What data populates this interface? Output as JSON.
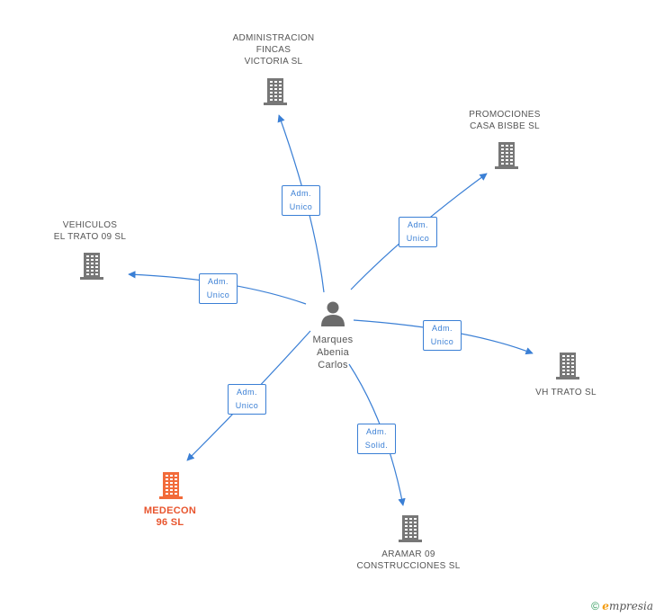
{
  "colors": {
    "edge": "#3a7fd5",
    "company": "#777777",
    "focus": "#f26b3a",
    "person": "#6b6b6b"
  },
  "person": {
    "label": "Marques\nAbenia\nCarlos",
    "icon": "person-icon"
  },
  "companies": [
    {
      "id": "administracion",
      "label": "ADMINISTRACION\nFINCAS\nVICTORIA SL",
      "icon": "building-icon",
      "focus": false
    },
    {
      "id": "promociones",
      "label": "PROMOCIONES\nCASA BISBE SL",
      "icon": "building-icon",
      "focus": false
    },
    {
      "id": "vehiculos",
      "label": "VEHICULOS\nEL TRATO 09 SL",
      "icon": "building-icon",
      "focus": false
    },
    {
      "id": "vhtrato",
      "label": "VH TRATO SL",
      "icon": "building-icon",
      "focus": false
    },
    {
      "id": "medecon",
      "label": "MEDECON\n96 SL",
      "icon": "building-icon",
      "focus": true
    },
    {
      "id": "aramar",
      "label": "ARAMAR 09\nCONSTRUCCIONES SL",
      "icon": "building-icon",
      "focus": false
    }
  ],
  "edges": [
    {
      "to": "administracion",
      "label": "Adm.\nUnico"
    },
    {
      "to": "promociones",
      "label": "Adm.\nUnico"
    },
    {
      "to": "vehiculos",
      "label": "Adm.\nUnico"
    },
    {
      "to": "vhtrato",
      "label": "Adm.\nUnico"
    },
    {
      "to": "medecon",
      "label": "Adm.\nUnico"
    },
    {
      "to": "aramar",
      "label": "Adm.\nSolid."
    }
  ],
  "footer": {
    "copyright": "©",
    "brand_initial": "e",
    "brand_rest": "mpresia"
  }
}
